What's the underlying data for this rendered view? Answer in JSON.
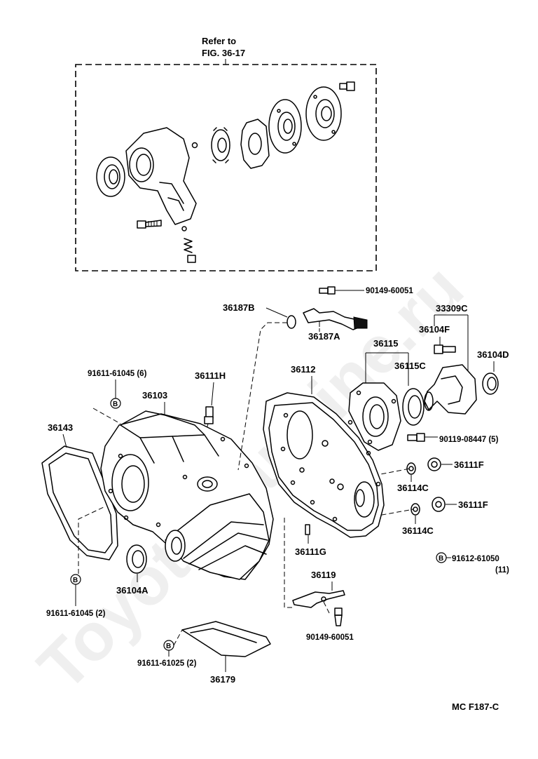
{
  "watermark": "ToyotaCarMine.ru",
  "refer": {
    "line1": "Refer to",
    "line2": "FIG. 36-17"
  },
  "figure_code": "MC  F187-C",
  "bolt_marker": "B",
  "labels": {
    "p90149_top": "90149-60051",
    "p36187B": "36187B",
    "p36187A": "36187A",
    "p33309C": "33309C",
    "p36104F": "36104F",
    "p36104D": "36104D",
    "p36115": "36115",
    "p36115C": "36115C",
    "p36112": "36112",
    "p36111H": "36111H",
    "p36103": "36103",
    "p91611_61045_6": "91611-61045 (6)",
    "p36143": "36143",
    "p90119": "90119-08447 (5)",
    "p36111F_1": "36111F",
    "p36114C_1": "36114C",
    "p36111F_2": "36111F",
    "p36114C_2": "36114C",
    "p36111G": "36111G",
    "p91612": "91612-61050",
    "p91612_qty": "(11)",
    "p36104A": "36104A",
    "p36119": "36119",
    "p90149_bot": "90149-60051",
    "p91611_61045_2": "91611-61045 (2)",
    "p91611_61025": "91611-61025 (2)",
    "p36179": "36179"
  }
}
